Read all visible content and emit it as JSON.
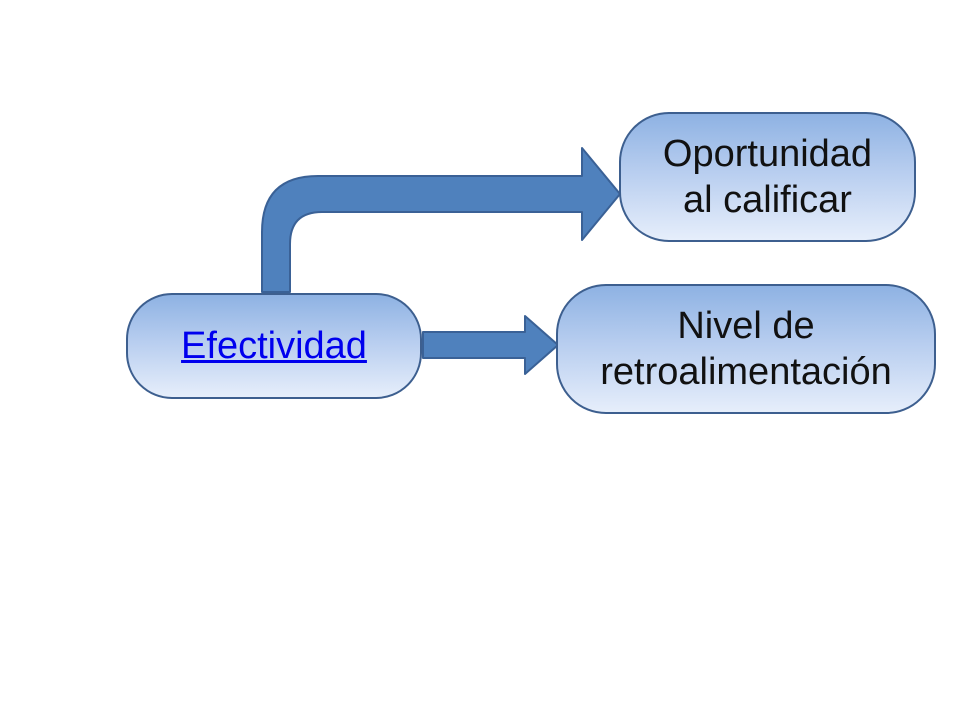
{
  "nodes": {
    "source": {
      "label": "Efectividad"
    },
    "target_top": {
      "label": "Oportunidad\nal calificar"
    },
    "target_bottom": {
      "label": "Nivel de\nretroalimentación"
    }
  },
  "colors": {
    "arrow_fill": "#4f81bd",
    "arrow_stroke": "#3a6196",
    "node_border": "#3d5f8f",
    "link": "#0000ee"
  }
}
